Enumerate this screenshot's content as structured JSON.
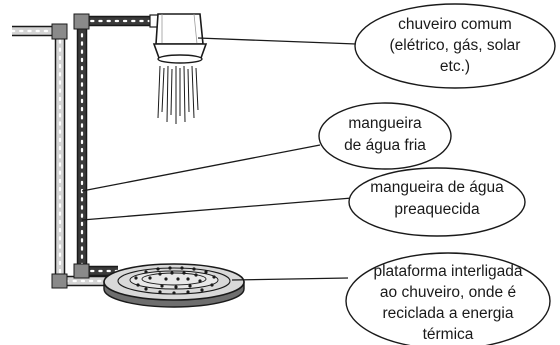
{
  "labels": {
    "shower": [
      "chuveiro comum",
      "(elétrico, gás, solar",
      "etc.)"
    ],
    "cold_hose": [
      "mangueira",
      "de água fria"
    ],
    "preheated_hose": [
      "mangueira de água",
      "preaquecida"
    ],
    "platform": [
      "plataforma interligada",
      "ao chuveiro, onde é",
      "reciclada a energia",
      "térmica"
    ]
  },
  "colors": {
    "stroke": "#1a1a1a",
    "hose_dark": "#3a3a3a",
    "hose_light": "#d4d4d4",
    "platform_base": "#6e6e6e",
    "platform_top": "#d9d9d9"
  }
}
